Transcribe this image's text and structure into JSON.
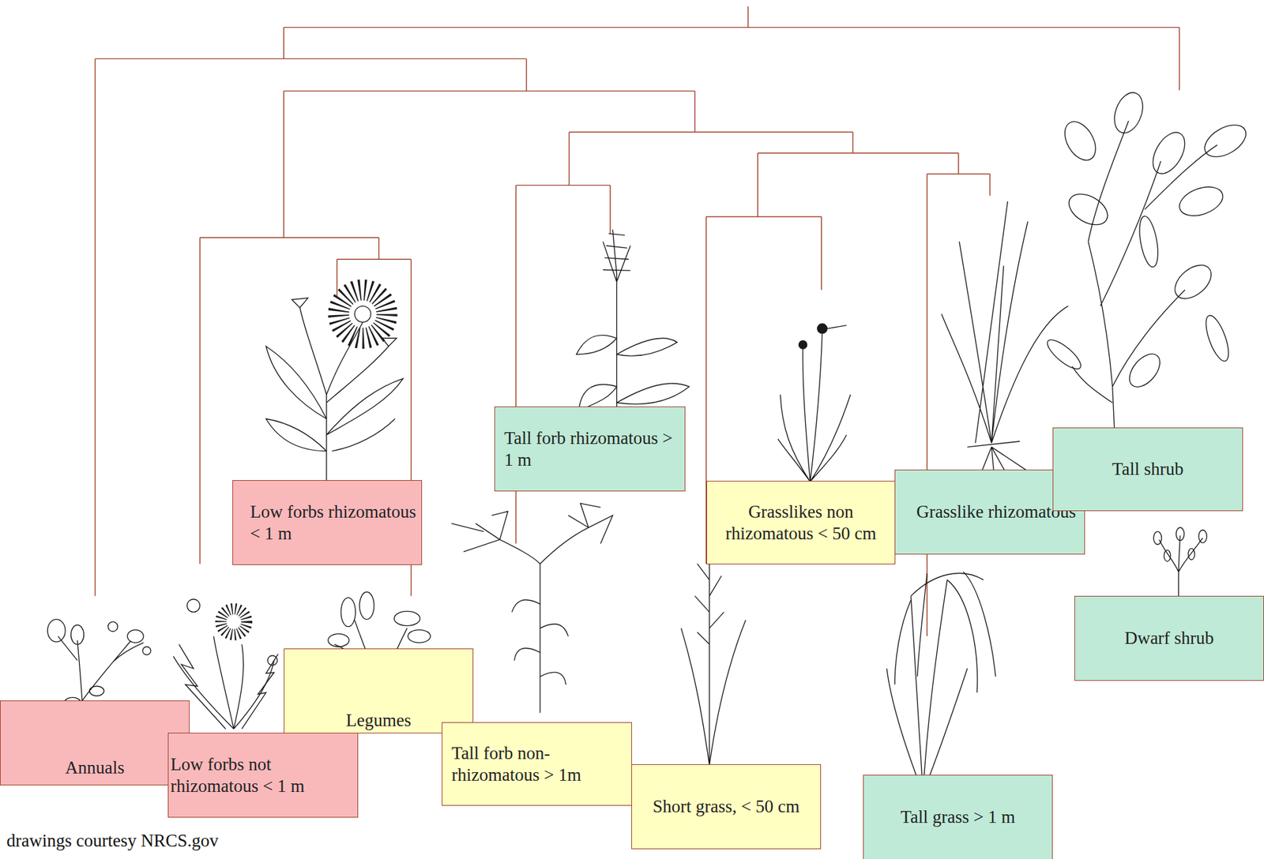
{
  "diagram": {
    "nodes": [
      {
        "text": [
          "Low forbs rhizomatous < 1 m"
        ]
      },
      {
        "text": [
          "Tall forb rhizomatous > 1 m"
        ]
      },
      {
        "text": [
          "Grasslikes non rhizomatous < 50 cm"
        ]
      },
      {
        "text": [
          "Grasslike rhizomatous"
        ]
      },
      {
        "text": [
          "Tall shrub"
        ]
      },
      {
        "text": [
          "Dwarf shrub"
        ]
      },
      {
        "text": [
          "Annuals"
        ]
      },
      {
        "text": [
          "Low forbs not rhizomatous < 1 m"
        ]
      },
      {
        "text": [
          "Legumes"
        ]
      },
      {
        "text": [
          "Tall forb non-rhizomatous > 1m"
        ]
      },
      {
        "text": [
          "Short grass, < 50 cm"
        ]
      },
      {
        "text": [
          "Tall grass > 1 m"
        ]
      }
    ],
    "labels": [
      "drawings courtesy NRCS.gov"
    ]
  }
}
